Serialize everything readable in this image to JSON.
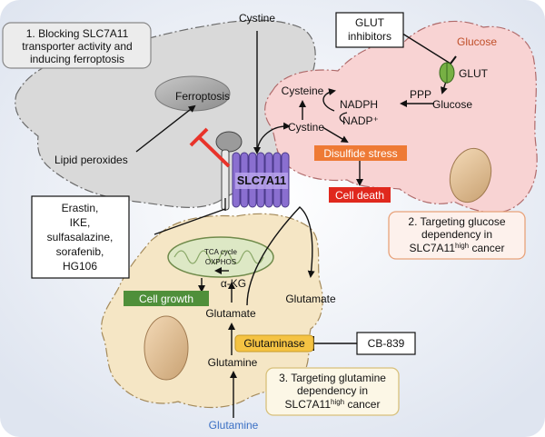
{
  "cells": {
    "ferroptosis_cell": {
      "color": "#d9d9d9"
    },
    "glucose_cell": {
      "color": "#f8d3d3"
    },
    "glutamine_cell": {
      "color": "#f5e6c5"
    }
  },
  "labels": {
    "cystine_top": "Cystine",
    "ferroptosis": "Ferroptosis",
    "lipid_peroxides": "Lipid peroxides",
    "transporter": "SLC7A11",
    "cysteine": "Cysteine",
    "nadph": "NADPH",
    "ppp": "PPP",
    "nadp_plus": "NADP⁺",
    "cystine_inside": "Cystine",
    "glucose_outside": "Glucose",
    "glut": "GLUT",
    "glucose_inside": "Glucose",
    "tca_line1": "TCA cycle",
    "tca_line2": "OXPHOS",
    "alpha_kg": "α-KG",
    "glutamate_inside": "Glutamate",
    "glutamate_out": "Glutamate",
    "glutamine_inside": "Glutamine",
    "glutamine_outside": "Glutamine"
  },
  "boxes": {
    "strategy1": {
      "line1": "1. Blocking SLC7A11",
      "line2": "transporter activity and",
      "line3": "inducing ferroptosis"
    },
    "glut_inhibitors": {
      "line1": "GLUT",
      "line2": "inhibitors"
    },
    "inhibitors_list": {
      "line1": "Erastin,",
      "line2": "IKE,",
      "line3": "sulfasalazine,",
      "line4": "sorafenib,",
      "line5": "HG106"
    },
    "disulfide_stress": "Disulfide stress",
    "cell_death": "Cell death",
    "strategy2": {
      "line1": "2. Targeting glucose",
      "line2": "dependency in",
      "line3_main": "SLC7A11",
      "line3_sup": "high",
      "line3_end": " cancer"
    },
    "cell_growth": "Cell growth",
    "glutaminase": "Glutaminase",
    "cb839": "CB-839",
    "strategy3": {
      "line1": "3. Targeting glutamine",
      "line2": "dependency in",
      "line3_main": "SLC7A11",
      "line3_sup": "high",
      "line3_end": " cancer"
    }
  },
  "colors": {
    "disulfide_box": "#ee7a35",
    "cell_death_box": "#e0281d",
    "cell_growth_box": "#4f8f3a",
    "glutaminase_box": "#f5c343",
    "transporter": "#8a6fd0",
    "inhibition": "#e8332a",
    "glucose_text": "#c0502a",
    "glutamine_text": "#3a6fc4",
    "strategy2_border": "#e8a27a",
    "strategy3_border": "#d8c07a"
  }
}
